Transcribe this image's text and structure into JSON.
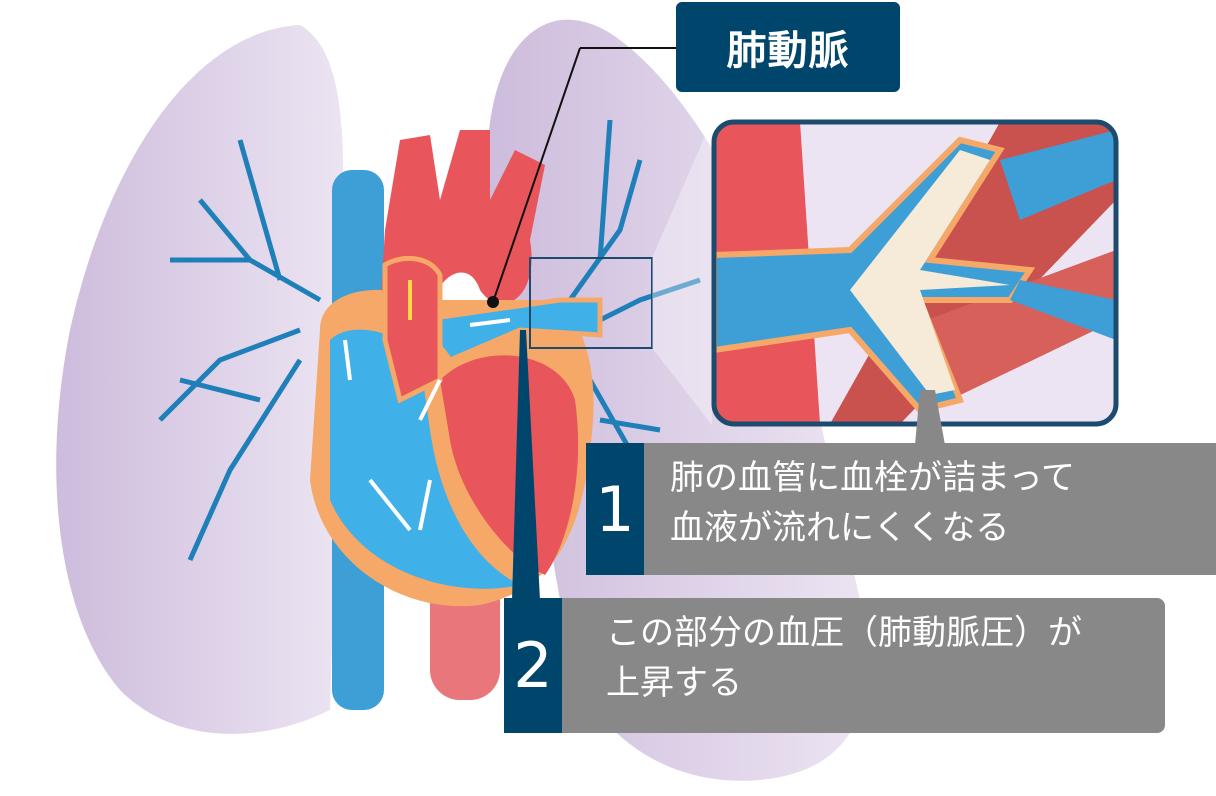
{
  "label": {
    "text": "肺動脈"
  },
  "callouts": [
    {
      "number": "1",
      "lines": [
        "肺の血管に血栓が詰まって",
        "血液が流れにくくなる"
      ]
    },
    {
      "number": "2",
      "lines": [
        "この部分の血圧（肺動脈圧）が",
        "上昇する"
      ]
    }
  ],
  "colors": {
    "navy": "#00456b",
    "gray": "#888888",
    "lung": "#dcd0e6",
    "artery": "#e8555a",
    "vein": "#3d9fd6",
    "border": "#f5a867"
  }
}
